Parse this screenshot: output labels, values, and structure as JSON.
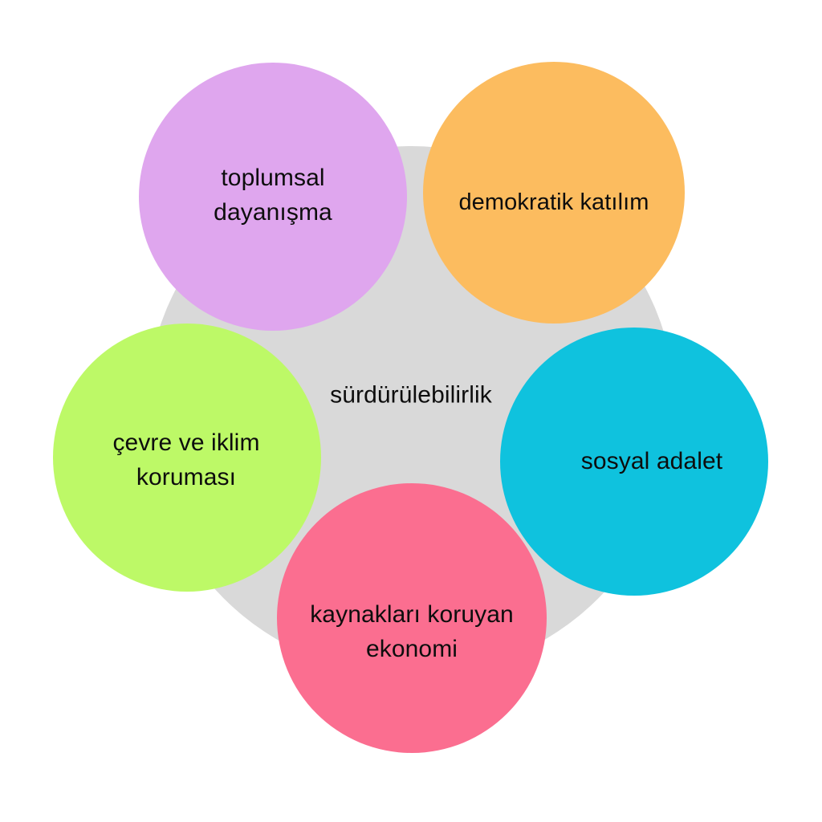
{
  "diagram": {
    "type": "petal-diagram",
    "title": "sürdürülebilirlik",
    "center": {
      "label": "sürdürülebilirlik",
      "color": "#d9d9d9",
      "text_color": "#0d0d0d"
    },
    "background_color": "#ffffff",
    "petals": [
      {
        "id": "toplumsal-dayanisma",
        "label": "toplumsal\ndayanışma",
        "color": "#dfa6ee",
        "position": "top-left"
      },
      {
        "id": "demokratik-katilim",
        "label": "demokratik katılım",
        "color": "#fcbc5f",
        "position": "top-right"
      },
      {
        "id": "sosyal-adalet",
        "label": "sosyal adalet",
        "color": "#0fc2de",
        "position": "right"
      },
      {
        "id": "kaynaklari-koruyan-ekonomi",
        "label": "kaynakları koruyan\nekonomi",
        "color": "#fb6e90",
        "position": "bottom"
      },
      {
        "id": "cevre-ve-iklim-korumasi",
        "label": "çevre ve iklim\nkoruması",
        "color": "#bdf967",
        "position": "left"
      }
    ]
  }
}
